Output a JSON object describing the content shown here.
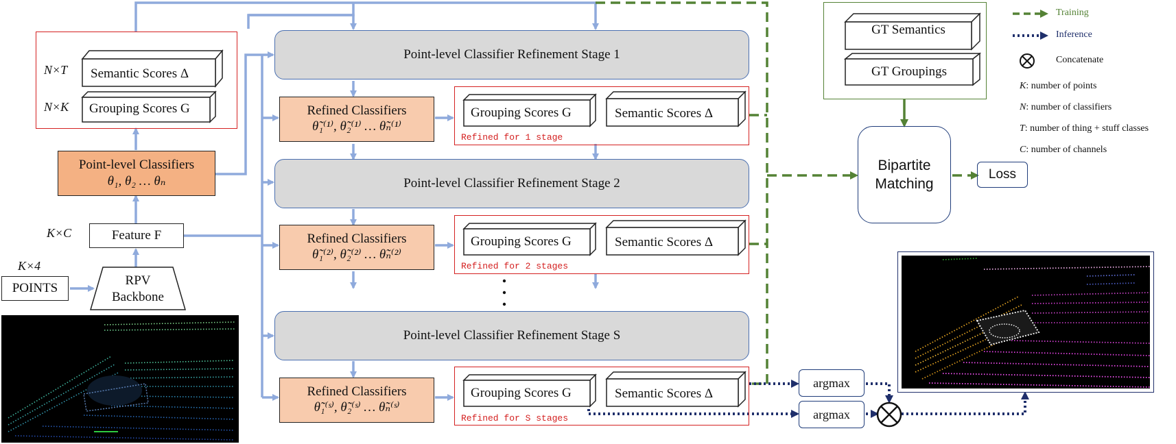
{
  "stages": {
    "s1": "Point-level Classifier Refinement Stage 1",
    "s2": "Point-level Classifier Refinement Stage 2",
    "sS": "Point-level Classifier Refinement Stage S"
  },
  "refined": {
    "title": "Refined Classifiers",
    "formula1": "θ̃₁⁽¹⁾, θ̃₂⁽¹⁾ … θ̃ₙ⁽¹⁾",
    "formula2": "θ̃₁⁽²⁾, θ̃₂⁽²⁾ … θ̃ₙ⁽²⁾",
    "formulaS": "θ̃₁⁽ˢ⁾, θ̃₂⁽ˢ⁾ … θ̃ₙ⁽ˢ⁾",
    "label1": "Refined for 1 stage",
    "label2": "Refined for 2 stages",
    "labelS": "Refined for S stages"
  },
  "scores": {
    "grouping": "Grouping Scores G",
    "semantic": "Semantic Scores Δ"
  },
  "left": {
    "nt": "N×T",
    "nk": "N×K",
    "kc": "K×C",
    "k4": "K×4",
    "classifiers_title": "Point-level Classifiers",
    "classifiers_formula": "θ₁, θ₂ … θₙ",
    "feature": "Feature F",
    "points": "POINTS",
    "backbone1": "RPV",
    "backbone2": "Backbone"
  },
  "gt": {
    "semantics": "GT Semantics",
    "groupings": "GT Groupings"
  },
  "matching": {
    "line1": "Bipartite",
    "line2": "Matching",
    "loss": "Loss"
  },
  "argmax": "argmax",
  "legend": {
    "training": "Training",
    "inference": "Inference",
    "concatenate": "Concatenate",
    "k": ": number of points",
    "n": ": number of classifiers",
    "t": ": number of thing + stuff classes",
    "c": ": number of channels",
    "k_sym": "K",
    "n_sym": "N",
    "t_sym": "T",
    "c_sym": "C"
  },
  "colors": {
    "flow_blue": "#8faadc",
    "training_green": "#548235",
    "inference_navy": "#1f2f6b",
    "refined_fill": "#f8cbad",
    "classifier_fill": "#f4b183",
    "stage_fill": "#d9d9d9",
    "red_border": "#d42020"
  }
}
